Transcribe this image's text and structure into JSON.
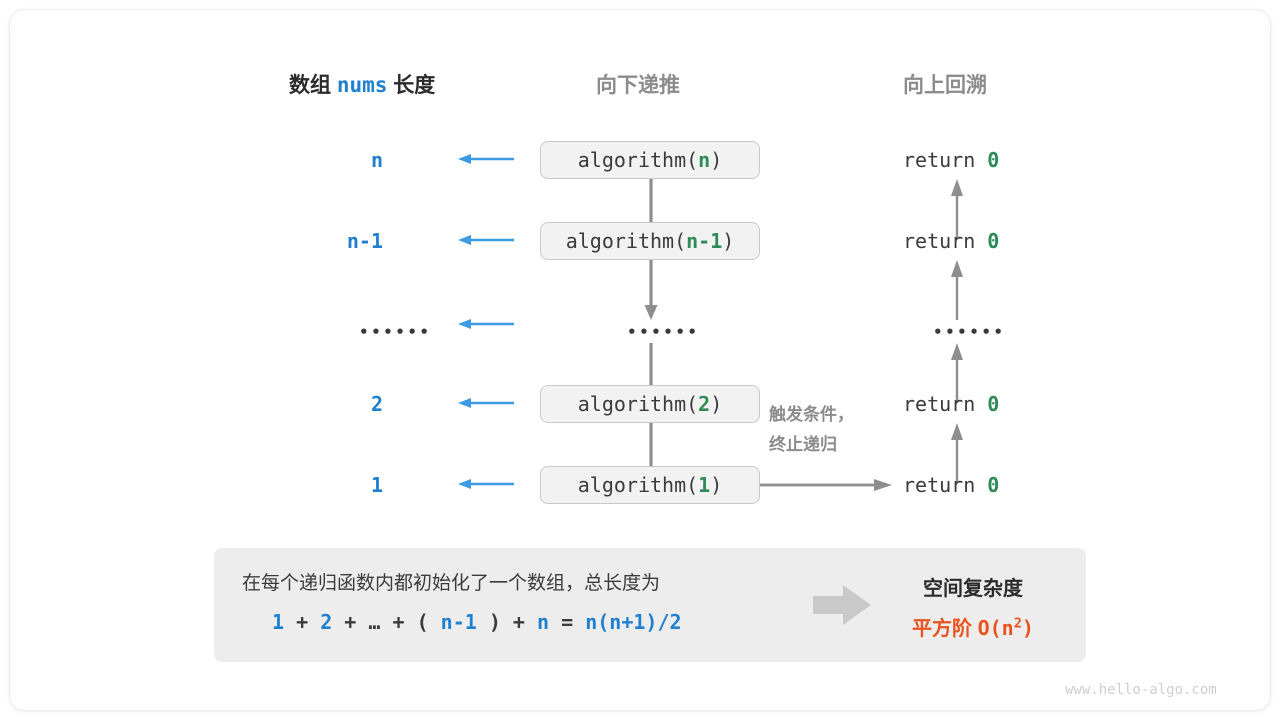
{
  "headers": {
    "left_prefix": "数组",
    "left_code": "nums",
    "left_suffix": "长度",
    "middle": "向下递推",
    "right": "向上回溯"
  },
  "rows": [
    {
      "length": "n",
      "call_name": "algorithm",
      "call_arg": "n",
      "return": "return",
      "return_value": "0"
    },
    {
      "length": "n-1",
      "call_name": "algorithm",
      "call_arg": "n-1",
      "return": "return",
      "return_value": "0"
    },
    {
      "length": "••••••",
      "call_name": "••••••",
      "call_arg": "",
      "return": "••••••",
      "return_value": ""
    },
    {
      "length": "2",
      "call_name": "algorithm",
      "call_arg": "2",
      "return": "return",
      "return_value": "0"
    },
    {
      "length": "1",
      "call_name": "algorithm",
      "call_arg": "1",
      "return": "return",
      "return_value": "0"
    }
  ],
  "note": {
    "line1": "触发条件，",
    "line2": "终止递归"
  },
  "summary": {
    "text": "在每个递归函数内都初始化了一个数组，总长度为",
    "formula_parts": [
      {
        "t": "1",
        "k": "num"
      },
      {
        "t": "+",
        "k": "op"
      },
      {
        "t": "2",
        "k": "num"
      },
      {
        "t": "+",
        "k": "op"
      },
      {
        "t": "…",
        "k": "op"
      },
      {
        "t": "+",
        "k": "op"
      },
      {
        "t": "(",
        "k": "op"
      },
      {
        "t": "n-1",
        "k": "num"
      },
      {
        "t": ")",
        "k": "op"
      },
      {
        "t": "+",
        "k": "op"
      },
      {
        "t": "n",
        "k": "num"
      },
      {
        "t": "=",
        "k": "op"
      },
      {
        "t": "n(n+1)/2",
        "k": "num"
      }
    ],
    "result_title": "空间复杂度",
    "result_label": "平方阶",
    "result_notation_base": "O(n",
    "result_notation_exp": "2",
    "result_notation_close": ")"
  },
  "watermark": "www.hello-algo.com",
  "colors": {
    "blue": "#1f7fd0",
    "green": "#2e8b57",
    "orange": "#e8541e",
    "gray": "#8c8c8c",
    "panel": "#ededed",
    "box_fill": "#f2f2f2",
    "box_border": "#c9c9c9"
  }
}
